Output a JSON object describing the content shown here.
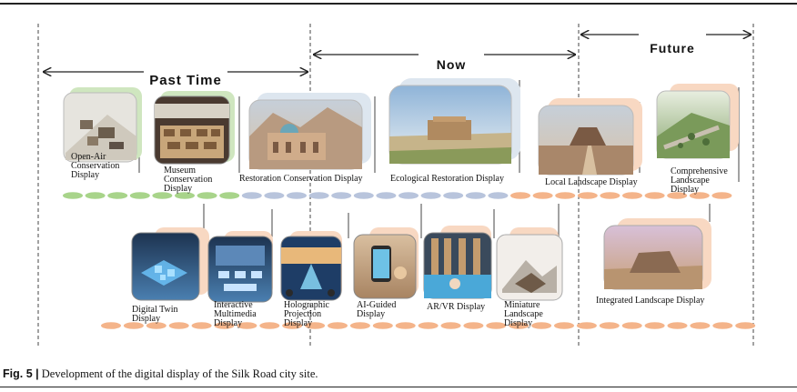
{
  "eras": [
    {
      "label": "Past Time"
    },
    {
      "label": "Now"
    },
    {
      "label": "Future"
    }
  ],
  "top_items": [
    {
      "label": "Open-Air\nConservation\nDisplay",
      "icon": "open-air-site-image",
      "accent": "#a8d48a"
    },
    {
      "label": "Museum\nConservation\nDisplay",
      "icon": "museum-hall-image",
      "accent": "#a8d48a"
    },
    {
      "label": "Restoration Conservation Display",
      "icon": "restored-building-image",
      "accent": "#c9d9e8"
    },
    {
      "label": "Ecological Restoration Display",
      "icon": "ecological-landscape-image",
      "accent": "#c9d9e8"
    },
    {
      "label": "Local Landscape Display",
      "icon": "local-landscape-image",
      "accent": "#f4c8a8"
    },
    {
      "label": "Comprehensive\nLandscape\nDisplay",
      "icon": "comprehensive-landscape-image",
      "accent": "#f4c8a8"
    }
  ],
  "bottom_items": [
    {
      "label": "Digital Twin\nDisplay",
      "icon": "digital-twin-image",
      "accent": "#f4c8a8"
    },
    {
      "label": "Interactive\nMultimedia\nDisplay",
      "icon": "multimedia-image",
      "accent": "#f4c8a8"
    },
    {
      "label": "Holographic\nProjection\nDisplay",
      "icon": "hologram-image",
      "accent": "#f4c8a8"
    },
    {
      "label": "AI-Guided\nDisplay",
      "icon": "ai-guide-image",
      "accent": "#f4c8a8"
    },
    {
      "label": "AR/VR Display",
      "icon": "ar-vr-image",
      "accent": "#f4c8a8"
    },
    {
      "label": "Miniature\nLandscape\nDisplay",
      "icon": "miniature-landscape-image",
      "accent": "#f4c8a8"
    },
    {
      "label": "Integrated Landscape Display",
      "icon": "integrated-landscape-image",
      "accent": "#f4c8a8"
    }
  ],
  "colors": {
    "green": "#a8d48a",
    "blue": "#b8c4dc",
    "orange": "#f4b48a",
    "ink": "#222222"
  },
  "caption": {
    "label": "Fig. 5 |",
    "text": " Development of the digital display of the Silk Road city site."
  }
}
